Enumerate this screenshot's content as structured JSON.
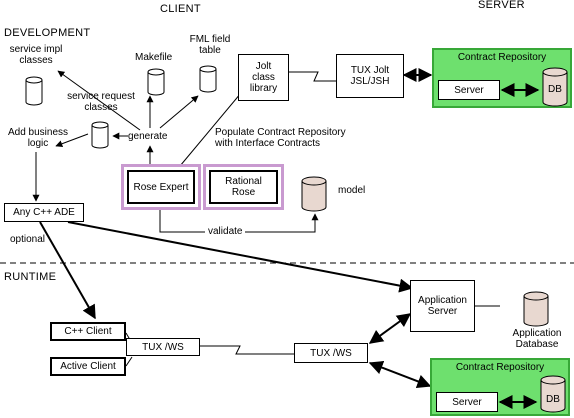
{
  "headers": {
    "client": "CLIENT",
    "server": "SERVER",
    "development": "DEVELOPMENT",
    "runtime": "RUNTIME"
  },
  "labels": {
    "service_impl": "service impl\nclasses",
    "makefile": "Makefile",
    "fml": "FML field\ntable",
    "service_request": "service request\nclasses",
    "generate": "generate",
    "add_business": "Add business\nlogic",
    "populate": "Populate Contract Repository\nwith Interface Contracts",
    "model": "model",
    "validate": "validate",
    "optional": "optional",
    "app_database": "Application\nDatabase"
  },
  "boxes": {
    "jolt": "Jolt\nclass\nlibrary",
    "tux_jolt": "TUX Jolt\nJSL/JSH",
    "rose_expert": "Rose Expert",
    "rational_rose": "Rational\nRose",
    "any_cpp": "Any C++ ADE",
    "cpp_client": "C++ Client",
    "active_client": "Active Client",
    "tux_ws_left": "TUX /WS",
    "tux_ws_right": "TUX /WS",
    "app_server": "Application\nServer"
  },
  "repositories": {
    "top": {
      "title": "Contract Repository",
      "server": "Server",
      "db": "DB"
    },
    "bottom": {
      "title": "Contract Repository",
      "server": "Server",
      "db": "DB"
    }
  },
  "colors": {
    "repository_fill": "#6ee06e",
    "repository_border": "#38a838",
    "rose_border": "#c99ad0",
    "model_cylinder": "#e8d8d0"
  }
}
